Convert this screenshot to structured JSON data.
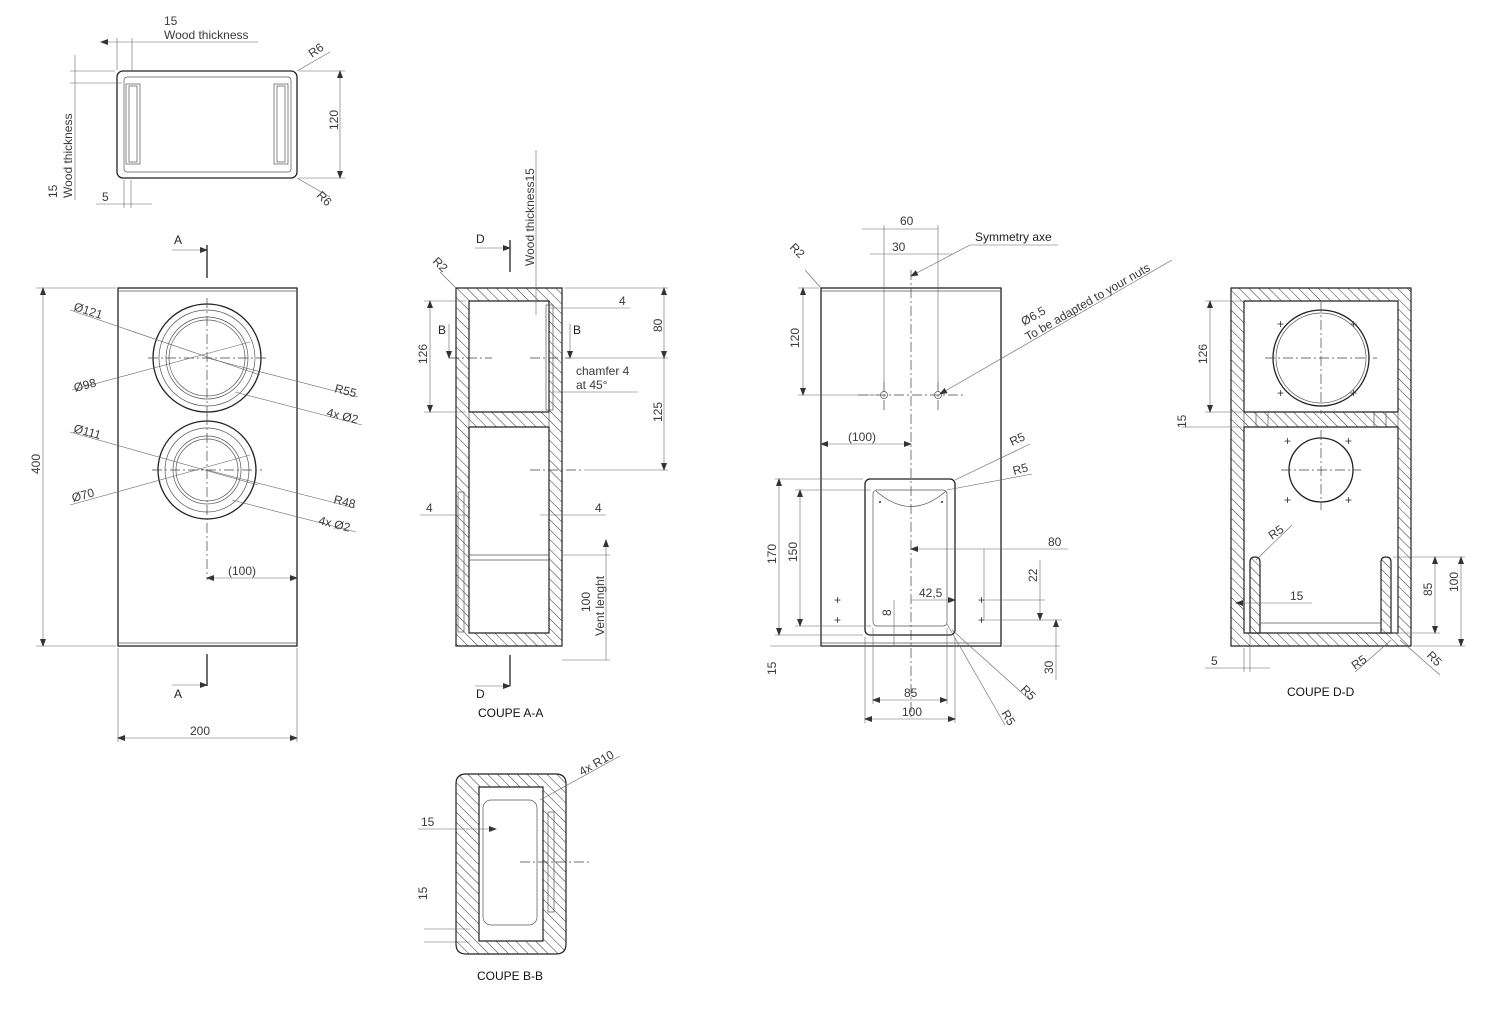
{
  "top_view": {
    "dim_15_top": "15",
    "wood_thickness_top": "Wood thickness",
    "r6_top": "R6",
    "r6_bottom": "R6",
    "dim_120": "120",
    "wood_thickness_left": "Wood thickness",
    "dim_15_left": "15",
    "dim_5": "5"
  },
  "front_view": {
    "section_a_top": "A",
    "section_a_bottom": "A",
    "d121": "Ø121",
    "d98": "Ø98",
    "r55": "R55",
    "holes_2_top": "4x Ø2",
    "d111": "Ø111",
    "d70": "Ø70",
    "r48": "R48",
    "holes_2_bottom": "4x Ø2",
    "dim_100": "(100)",
    "dim_400": "400",
    "dim_200": "200"
  },
  "section_aa": {
    "title": "COUPE A-A",
    "section_d_top": "D",
    "section_d_bottom": "D",
    "r2": "R2",
    "wood_thickness_15": "Wood thickness15",
    "dim_4_top": "4",
    "dim_80": "80",
    "dim_126": "126",
    "section_b_left": "B",
    "section_b_right": "B",
    "chamfer_line1": "chamfer 4",
    "chamfer_line2": "at 45°",
    "dim_125": "125",
    "dim_4_left": "4",
    "dim_4_right": "4",
    "dim_100": "100",
    "vent_length": "Vent lenght"
  },
  "section_bb": {
    "title": "COUPE B-B",
    "r10": "4x R10",
    "dim_15_upper": "15",
    "dim_15_lower": "15"
  },
  "rear_view": {
    "dim_60": "60",
    "dim_30": "30",
    "symmetry": "Symmetry axe",
    "r2": "R2",
    "hole_65": "Ø6,5",
    "nuts_note": "To be adapted to your nuts",
    "dim_120": "120",
    "dim_100_paren": "(100)",
    "r5_a": "R5",
    "r5_b": "R5",
    "dim_170": "170",
    "dim_150": "150",
    "dim_80": "80",
    "dim_22": "22",
    "dim_42_5": "42,5",
    "dim_8": "8",
    "dim_15": "15",
    "dim_30_bottom": "30",
    "dim_85": "85",
    "dim_100": "100",
    "r5_c": "R5",
    "r5_d": "R5"
  },
  "section_dd": {
    "title": "COUPE D-D",
    "dim_126": "126",
    "dim_15_left": "15",
    "r5_top": "R5",
    "dim_15_inner": "15",
    "dim_85": "85",
    "dim_100": "100",
    "dim_5": "5",
    "r5_bottom_left": "R5",
    "r5_bottom_right": "R5"
  }
}
